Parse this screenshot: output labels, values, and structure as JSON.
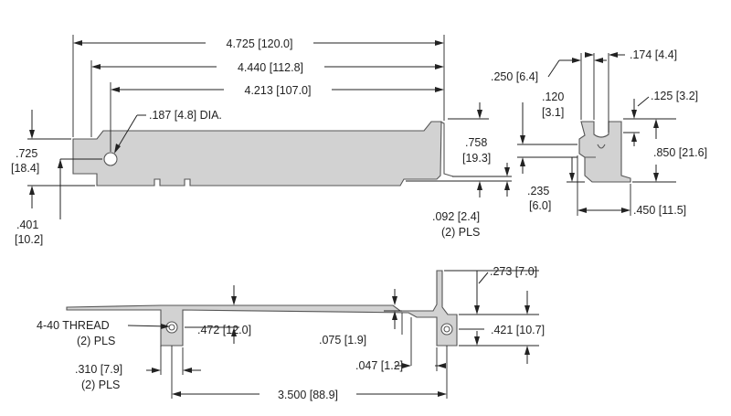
{
  "dims": {
    "d_4725": "4.725 [120.0]",
    "d_4440": "4.440 [112.8]",
    "d_4213": "4.213 [107.0]",
    "d_187": ".187 [4.8] DIA.",
    "d_725_a": ".725",
    "d_725_b": "[18.4]",
    "d_401_a": ".401",
    "d_401_b": "[10.2]",
    "d_758_a": ".758",
    "d_758_b": "[19.3]",
    "d_092": ".092 [2.4]",
    "d_092_pls": "(2) PLS",
    "d_250": ".250 [6.4]",
    "d_174": ".174 [4.4]",
    "d_120_a": ".120",
    "d_120_b": "[3.1]",
    "d_125": ".125 [3.2]",
    "d_850": ".850 [21.6]",
    "d_235_a": ".235",
    "d_235_b": "[6.0]",
    "d_450": ".450 [11.5]",
    "d_273": ".273 [7.0]",
    "d_thread": "4-40 THREAD",
    "d_thread_pls": "(2) PLS",
    "d_472": ".472 [12.0]",
    "d_075": ".075 [1.9]",
    "d_421": ".421 [10.7]",
    "d_310": ".310 [7.9]",
    "d_310_pls": "(2) PLS",
    "d_047": ".047 [1.2]",
    "d_3500": "3.500 [88.9]"
  }
}
